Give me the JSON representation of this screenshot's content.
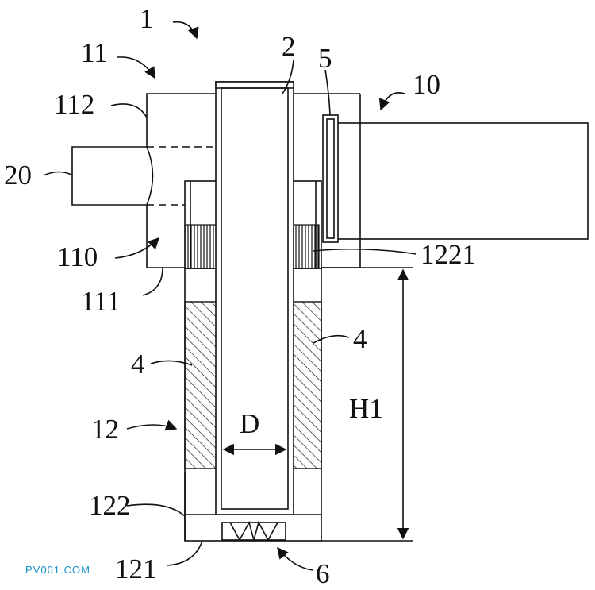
{
  "labels": {
    "device": "1",
    "upper_body": "11",
    "pipe": "2",
    "sensor": "5",
    "host": "10",
    "upper_top": "112",
    "inlet": "20",
    "chamber": "110",
    "upper_bottom": "111",
    "filter_edge": "1221",
    "filter_left": "4",
    "filter_right": "4",
    "lower_body": "12",
    "diameter": "D",
    "height": "H1",
    "lower_wall": "122",
    "lower_bottom": "121",
    "fan": "6"
  },
  "watermark": "PV001.COM"
}
